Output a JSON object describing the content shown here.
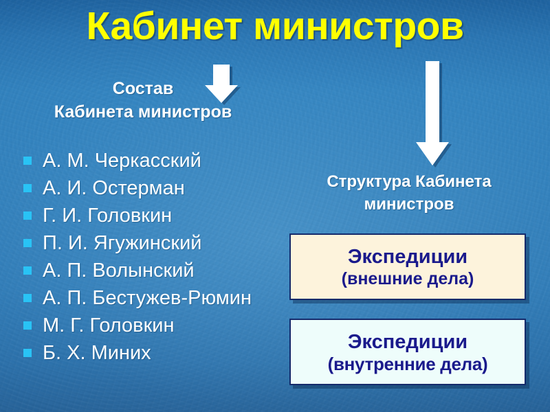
{
  "slide": {
    "title": "Кабинет министров",
    "background_color": "#3182bd",
    "title_color": "#FFFF00",
    "text_color": "#FFFFFF",
    "bullet_color": "#29C3F5"
  },
  "left_column": {
    "heading_line1": "Состав",
    "heading_line2": "Кабинета министров",
    "arrow": "down-arrow-icon",
    "members": [
      "А. М. Черкасский",
      "А. И. Остерман",
      "Г. И. Головкин",
      "П. И. Ягужинский",
      "А. П. Волынский",
      "А. П. Бестужев-Рюмин",
      "М. Г. Головкин",
      "Б. Х. Миних"
    ]
  },
  "right_column": {
    "arrow": "down-arrow-icon",
    "heading_line1": "Структура Кабинета",
    "heading_line2": "министров",
    "boxes": [
      {
        "line1": "Экспедиции",
        "line2": "(внешние дела)",
        "fill_color": "#FDF3DC",
        "border_color": "#152A6B",
        "text_color": "#1A1A8C"
      },
      {
        "line1": "Экспедиции",
        "line2": "(внутренние дела)",
        "fill_color": "#EEFDFB",
        "border_color": "#152A6B",
        "text_color": "#1A1A8C"
      }
    ]
  }
}
